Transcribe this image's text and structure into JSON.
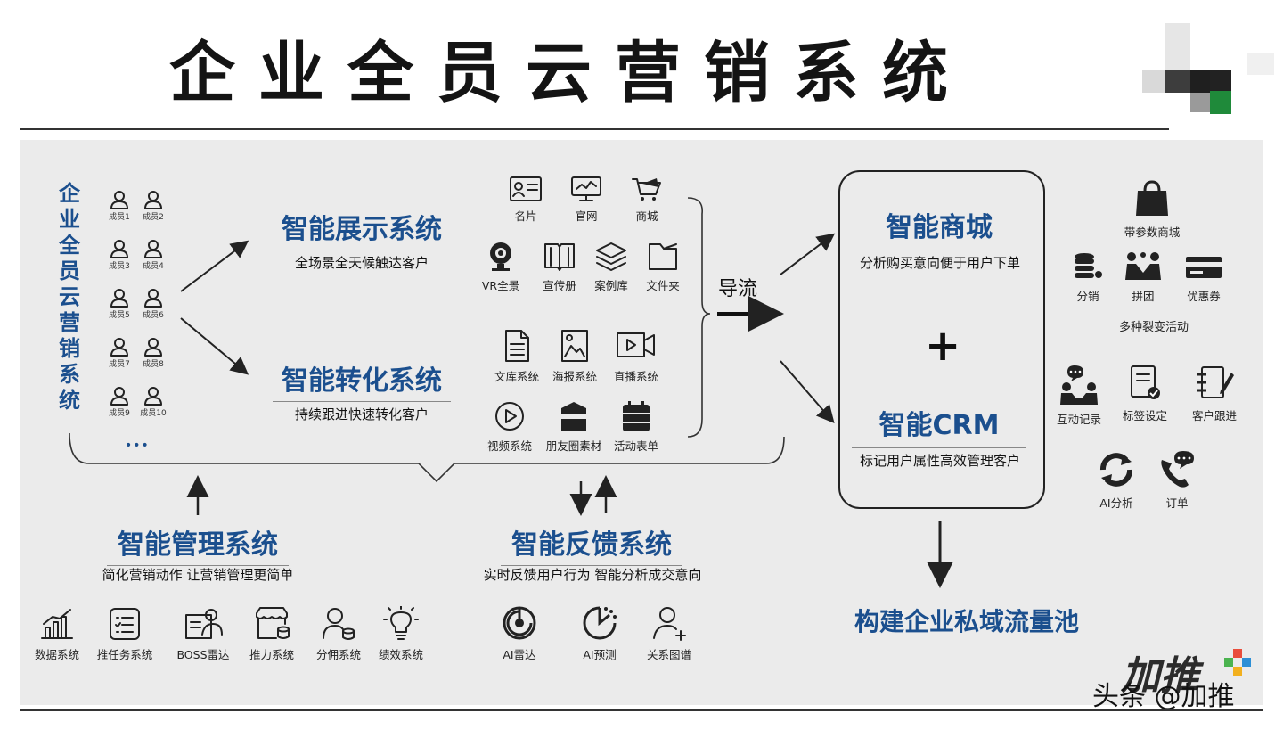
{
  "title": "企业全员云营销系统",
  "members_title": "企业全员云营销系统",
  "members": [
    "成员1",
    "成员2",
    "成员3",
    "成员4",
    "成员5",
    "成员6",
    "成员7",
    "成员8",
    "成员9",
    "成员10"
  ],
  "members_more": "•••",
  "display_system": {
    "title": "智能展示系统",
    "subtitle": "全场景全天候触达客户"
  },
  "convert_system": {
    "title": "智能转化系统",
    "subtitle": "持续跟进快速转化客户"
  },
  "display_tools": [
    {
      "label": "名片",
      "icon": "business-card-icon"
    },
    {
      "label": "官网",
      "icon": "website-icon"
    },
    {
      "label": "商城",
      "icon": "shop-icon"
    },
    {
      "label": "VR全景",
      "icon": "vr-camera-icon"
    },
    {
      "label": "宣传册",
      "icon": "brochure-icon"
    },
    {
      "label": "案例库",
      "icon": "layers-icon"
    },
    {
      "label": "文件夹",
      "icon": "folder-icon"
    }
  ],
  "convert_tools": [
    {
      "label": "文库系统",
      "icon": "document-icon"
    },
    {
      "label": "海报系统",
      "icon": "poster-icon"
    },
    {
      "label": "直播系统",
      "icon": "live-video-icon"
    },
    {
      "label": "视频系统",
      "icon": "play-icon"
    },
    {
      "label": "朋友圈素材",
      "icon": "moments-icon"
    },
    {
      "label": "活动表单",
      "icon": "form-icon"
    }
  ],
  "guide_label": "导流",
  "mall": {
    "title": "智能商城",
    "subtitle": "分析购买意向便于用户下单"
  },
  "plus": "+",
  "crm": {
    "title": "智能CRM",
    "subtitle": "标记用户属性高效管理客户"
  },
  "right_tools_top": {
    "header": {
      "label": "带参数商城",
      "icon": "shopping-bag-icon"
    },
    "items": [
      {
        "label": "分销",
        "icon": "coins-icon"
      },
      {
        "label": "拼团",
        "icon": "group-icon"
      },
      {
        "label": "优惠券",
        "icon": "coupon-icon"
      }
    ],
    "caption": "多种裂变活动"
  },
  "right_tools_mid": [
    {
      "label": "互动记录",
      "icon": "chat-people-icon"
    },
    {
      "label": "标签设定",
      "icon": "tag-doc-icon"
    },
    {
      "label": "客户跟进",
      "icon": "edit-list-icon"
    }
  ],
  "right_tools_bottom": [
    {
      "label": "AI分析",
      "icon": "refresh-icon"
    },
    {
      "label": "订单",
      "icon": "phone-chat-icon"
    }
  ],
  "private_pool": "构建企业私域流量池",
  "management": {
    "title": "智能管理系统",
    "subtitle": "简化营销动作 让营销管理更简单"
  },
  "management_tools": [
    {
      "label": "数据系统",
      "icon": "chart-icon"
    },
    {
      "label": "推任务系统",
      "icon": "task-list-icon"
    },
    {
      "label": "BOSS雷达",
      "icon": "boss-radar-icon"
    },
    {
      "label": "推力系统",
      "icon": "store-coins-icon"
    },
    {
      "label": "分佣系统",
      "icon": "commission-icon"
    },
    {
      "label": "绩效系统",
      "icon": "lightbulb-icon"
    }
  ],
  "feedback": {
    "title": "智能反馈系统",
    "subtitle": "实时反馈用户行为 智能分析成交意向"
  },
  "feedback_tools": [
    {
      "label": "AI雷达",
      "icon": "radar-icon"
    },
    {
      "label": "AI预测",
      "icon": "predict-icon"
    },
    {
      "label": "关系图谱",
      "icon": "add-user-icon"
    }
  ],
  "watermark_logo": "加推",
  "watermark_text": "头条 @加推"
}
